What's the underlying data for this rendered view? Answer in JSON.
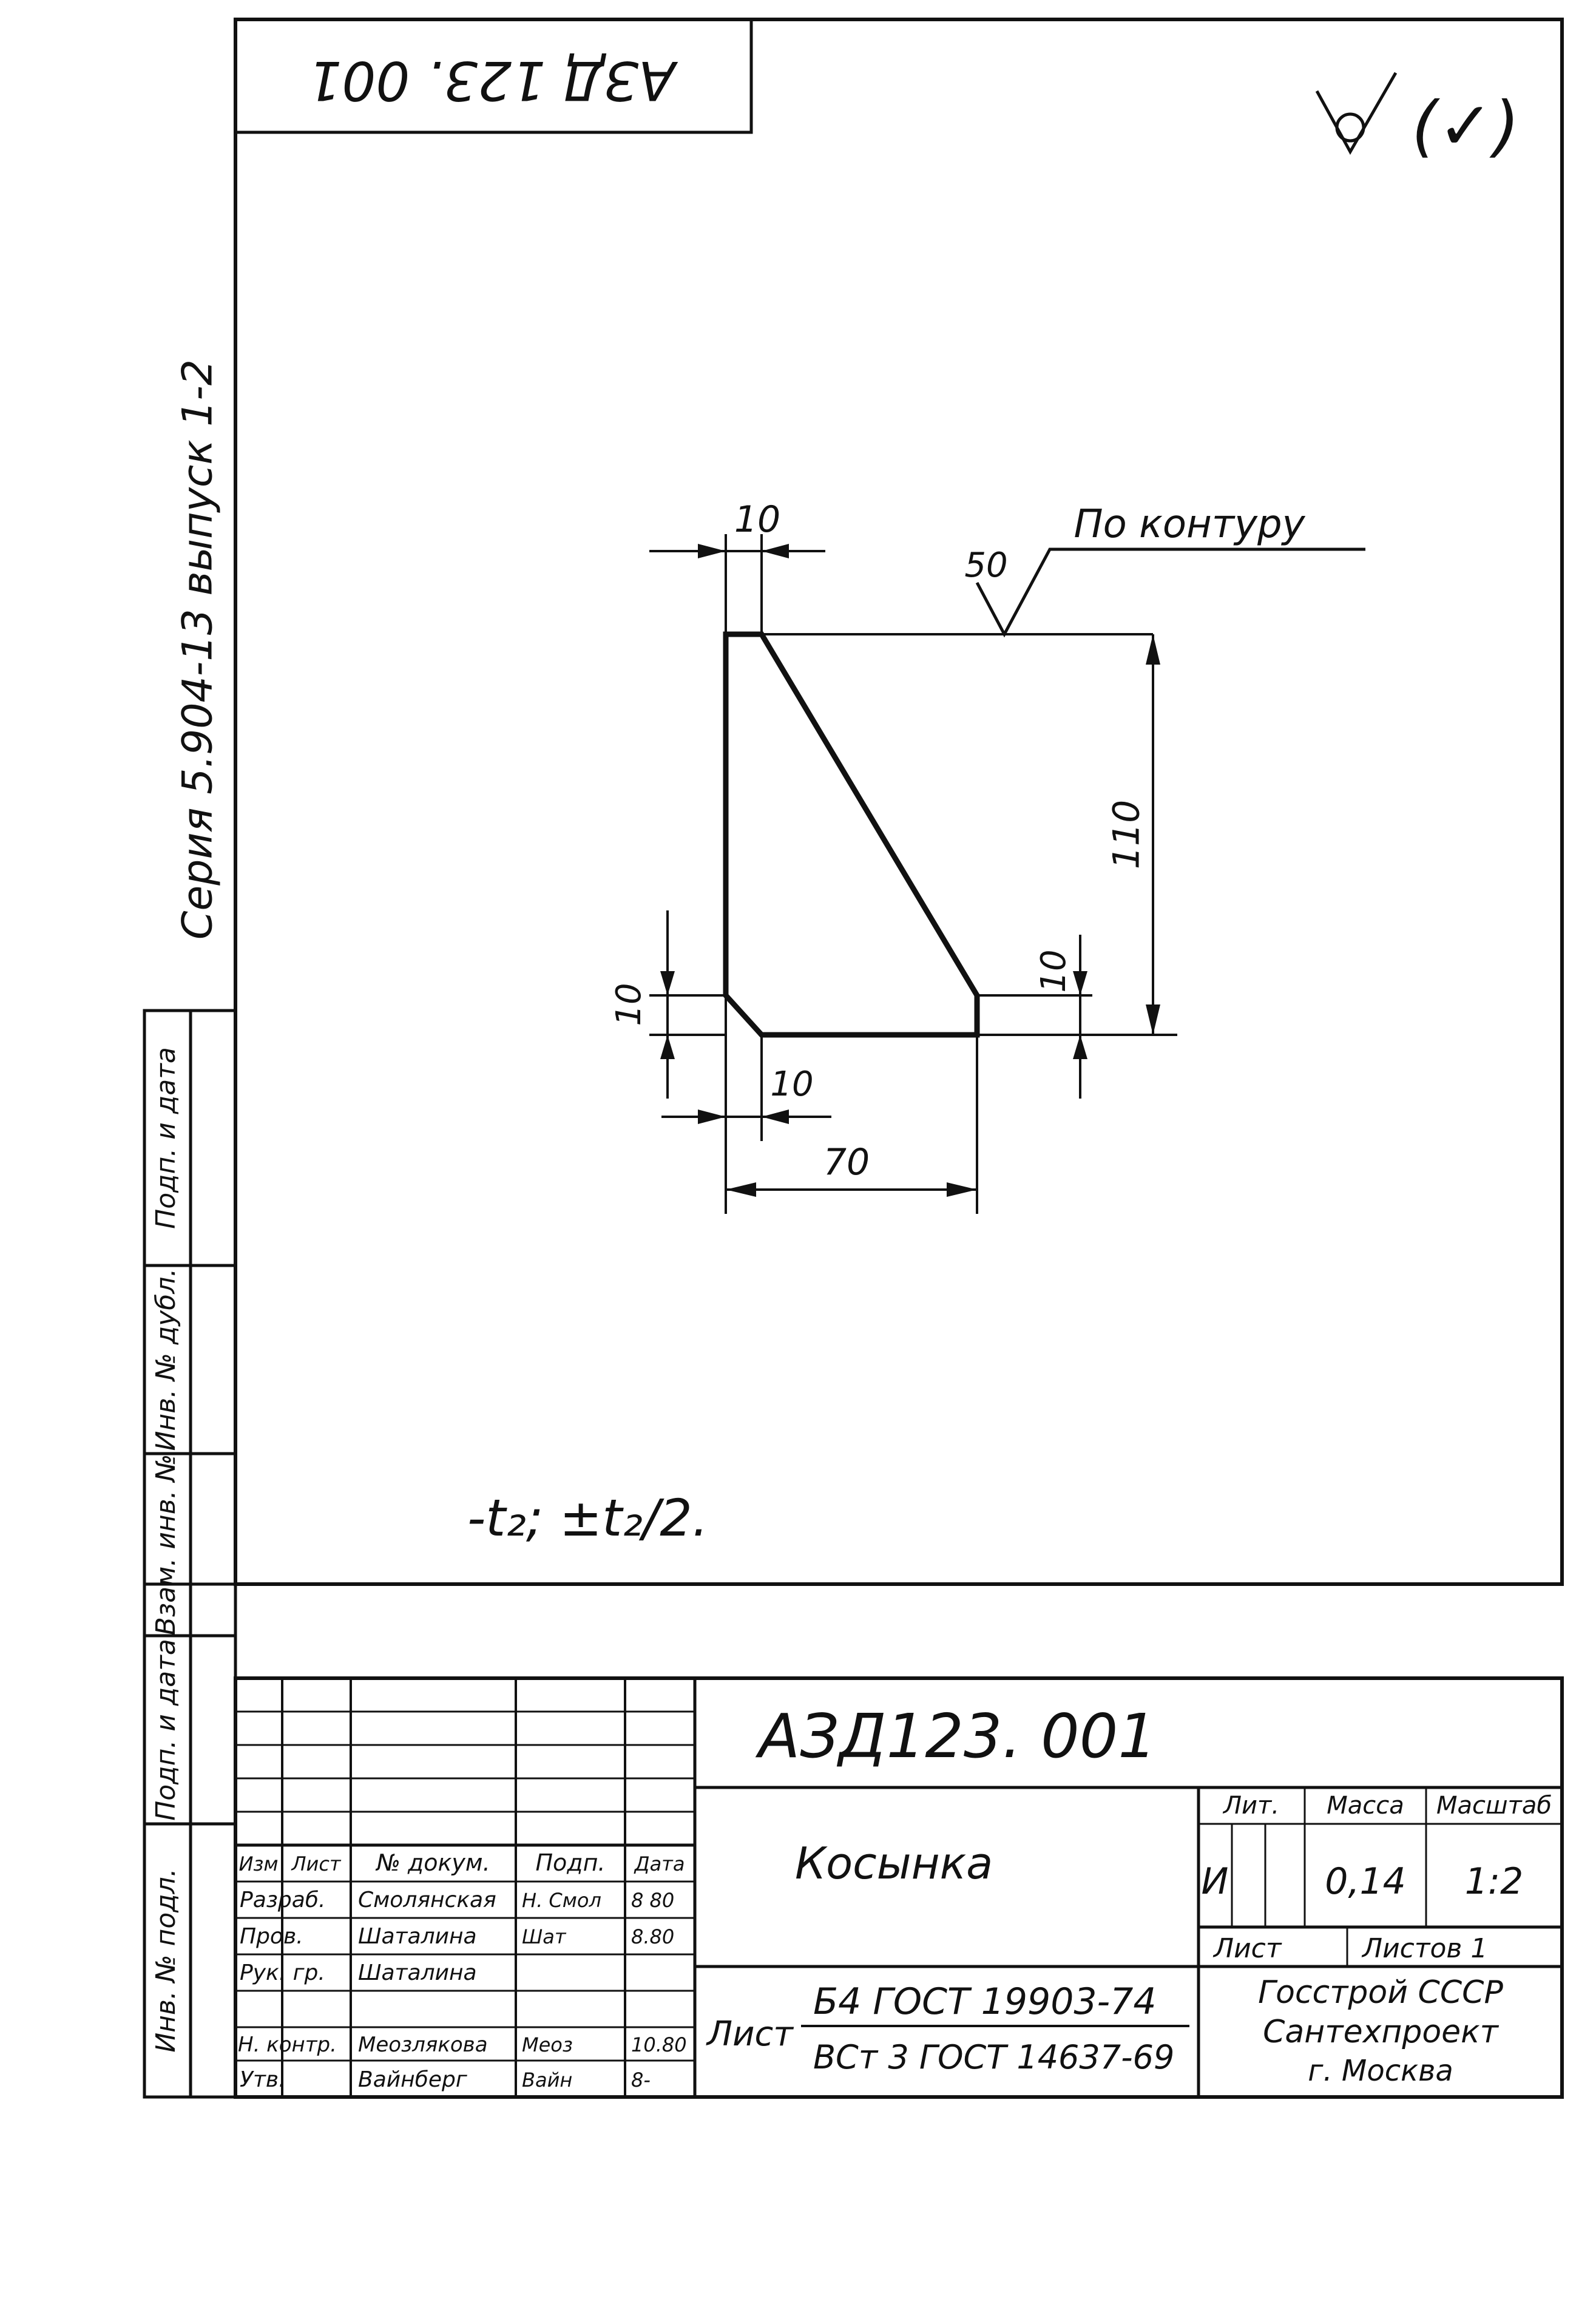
{
  "stamp": {
    "code_rotated": "АЗД 123. 001",
    "surface_mark": "(✓)"
  },
  "series": {
    "text": "Серия 5.904-13 выпуск 1-2"
  },
  "side_columns": [
    {
      "label": "Подп. и дата"
    },
    {
      "label": "Инв. № дубл."
    },
    {
      "label": "Взам. инв. №"
    },
    {
      "label": "Подп. и дата"
    },
    {
      "label": "Инв. № подл."
    }
  ],
  "drawing": {
    "dim_top_10": "10",
    "surface_value": "50",
    "surface_note": "По контуру",
    "dim_110": "110",
    "dim_right_10": "10",
    "dim_left_10": "10",
    "dim_bottom_10": "10",
    "dim_70": "70"
  },
  "note": {
    "text": "-t₂; ±t₂/2."
  },
  "title_block": {
    "doc_code": "АЗД123. 001",
    "part_name": "Косынка",
    "material_sheet_label": "Лист",
    "material_line1": "Б4 ГОСТ 19903-74",
    "material_line2": "ВСт 3 ГОСТ 14637-69",
    "lit_header": "Лит.",
    "mass_header": "Масса",
    "scale_header": "Масштаб",
    "lit_value": "И",
    "mass_value": "0,14",
    "scale_value": "1:2",
    "sheet_label": "Лист",
    "sheets_label": "Листов 1",
    "org_line1": "Госстрой СССР",
    "org_line2": "Сантехпроект",
    "org_line3": "г. Москва",
    "head_izm": "Изм",
    "head_list": "Лист",
    "head_doc": "№ докум.",
    "head_sign": "Подп.",
    "head_date": "Дата",
    "roles": [
      {
        "role": "Разраб.",
        "name": "Смолянская",
        "sign": "Н. Смол",
        "date": "8 80"
      },
      {
        "role": "Пров.",
        "name": "Шаталина",
        "sign": "Шат",
        "date": "8.80"
      },
      {
        "role": "Рук. гр.",
        "name": "Шаталина",
        "sign": "",
        "date": ""
      },
      {
        "role": "",
        "name": "",
        "sign": "",
        "date": ""
      },
      {
        "role": "Н. контр.",
        "name": "Меозлякова",
        "sign": "Меоз",
        "date": "10.80"
      },
      {
        "role": "Утв.",
        "name": "Вайнберг",
        "sign": "Вайн",
        "date": "8-"
      }
    ]
  }
}
